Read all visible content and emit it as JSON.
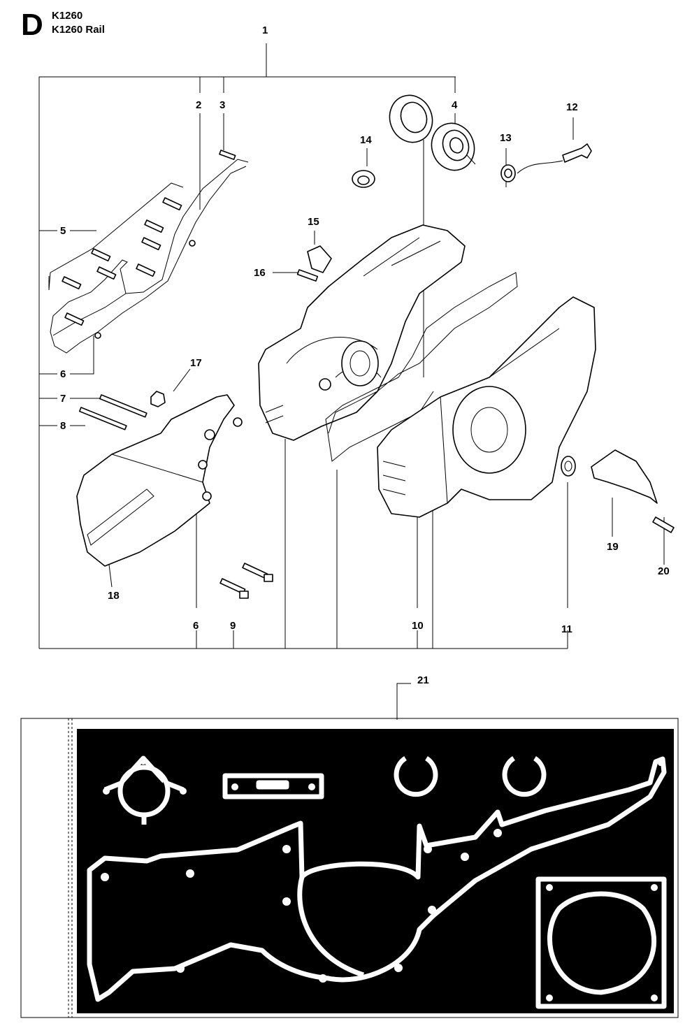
{
  "header": {
    "section_letter": "D",
    "models": [
      "K1260",
      "K1260 Rail"
    ]
  },
  "callouts": [
    "1",
    "2",
    "3",
    "4",
    "5",
    "6",
    "7",
    "8",
    "9",
    "10",
    "11",
    "12",
    "13",
    "14",
    "15",
    "16",
    "17",
    "18",
    "19",
    "20",
    "21"
  ],
  "second_callout_6": "6"
}
